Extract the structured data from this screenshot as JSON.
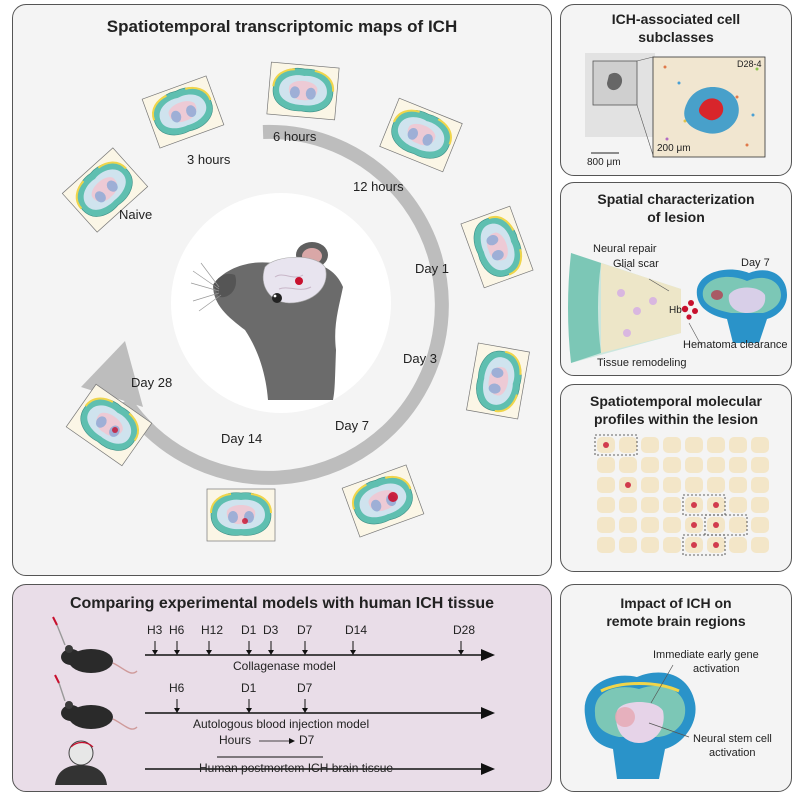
{
  "main": {
    "title": "Spatiotemporal transcriptomic maps of ICH",
    "timepoints": [
      "Naive",
      "3 hours",
      "6 hours",
      "12 hours",
      "Day 1",
      "Day 3",
      "Day 7",
      "Day 14",
      "Day 28"
    ]
  },
  "panel_subclasses": {
    "title_line1": "ICH-associated cell",
    "title_line2": "subclasses",
    "sample_label": "D28-4",
    "scalebar_large": "800 μm",
    "scalebar_small": "200 μm"
  },
  "panel_lesion": {
    "title_line1": "Spatial characterization",
    "title_line2": "of lesion",
    "labels": {
      "neural_repair": "Neural repair",
      "glial_scar": "Glial scar",
      "day": "Day 7",
      "hb": "Hb",
      "hematoma": "Hematoma clearance",
      "remodeling": "Tissue remodeling"
    }
  },
  "panel_molecular": {
    "title_line1": "Spatiotemporal molecular",
    "title_line2": "profiles within the lesion"
  },
  "panel_remote": {
    "title_line1": "Impact of ICH on",
    "title_line2": "remote brain regions",
    "ieg_line1": "Immediate early gene",
    "ieg_line2": "activation",
    "nsc_line1": "Neural stem cell",
    "nsc_line2": "activation"
  },
  "panel_compare": {
    "title": "Comparing experimental models with human ICH tissue",
    "collagenase": {
      "ticks": [
        "H3",
        "H6",
        "H12",
        "D1",
        "D3",
        "D7",
        "D14",
        "D28"
      ],
      "label": "Collagenase model"
    },
    "blood": {
      "ticks": [
        "H6",
        "D1",
        "D7"
      ],
      "label": "Autologous blood injection model"
    },
    "human": {
      "hours": "Hours",
      "d7": "D7",
      "label": "Human postmortem ICH brain tissue"
    }
  },
  "colors": {
    "panel_bg": "#f4f4f4",
    "panel_bg_lower": "#e9dde8",
    "arrow": "#bdbdbd",
    "brain_green": "#4fb7a8",
    "lesion_red": "#c8102e"
  }
}
